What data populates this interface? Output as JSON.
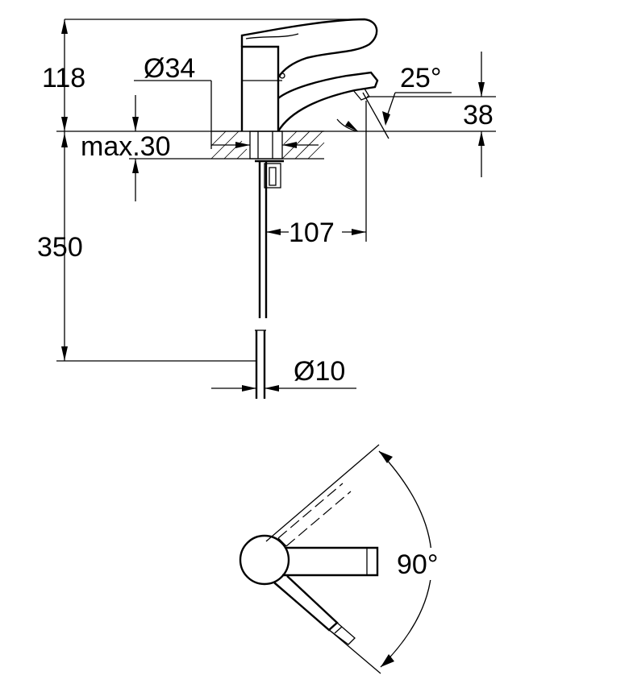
{
  "drawing": {
    "dimensions": {
      "height_above_deck": "118",
      "base_diameter": "Ø34",
      "deck_thickness": "max.30",
      "spout_angle": "25°",
      "aerator_height": "38",
      "spout_reach": "107",
      "hose_length": "350",
      "hose_diameter": "Ø10",
      "lever_rotation": "90°"
    }
  }
}
